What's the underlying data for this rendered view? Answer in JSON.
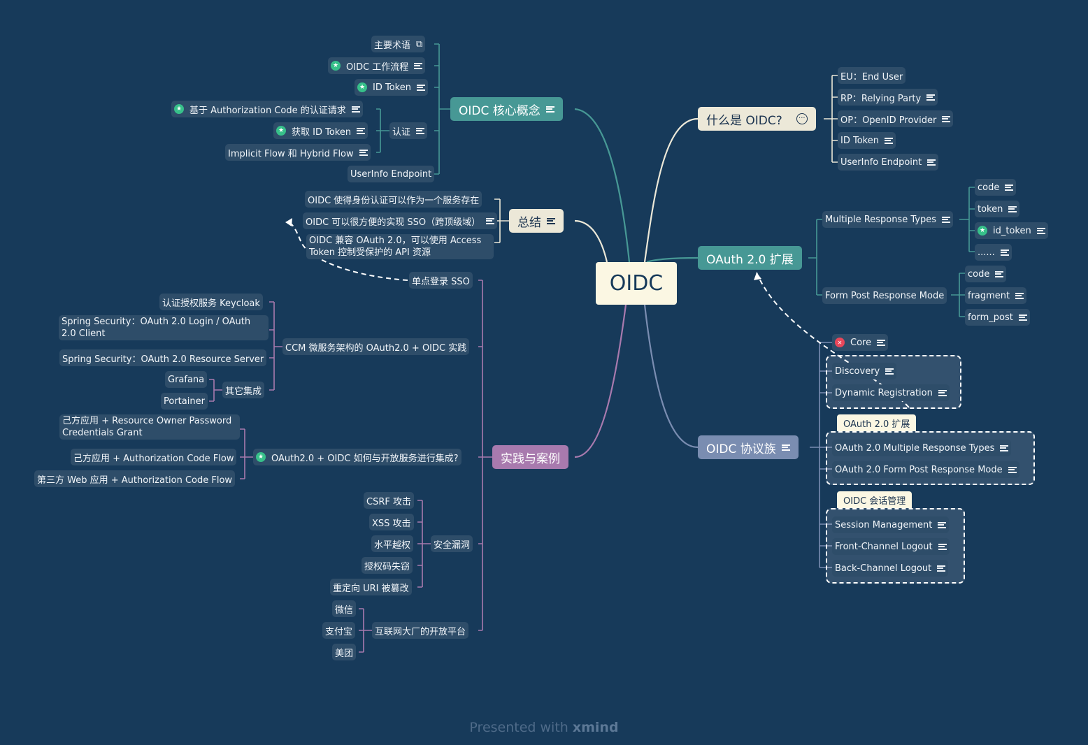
{
  "root": "OIDC",
  "core_concepts": {
    "title": "OIDC 核心概念",
    "terms": "主要术语",
    "flow": "OIDC 工作流程",
    "id_token": "ID Token",
    "auth": {
      "title": "认证",
      "code_request": "基于 Authorization Code 的认证请求",
      "get_token": "获取 ID Token",
      "implicit": "Implicit Flow 和 Hybrid Flow"
    },
    "userinfo": "UserInfo Endpoint"
  },
  "summary": {
    "title": "总结",
    "items": [
      "OIDC 使得身份认证可以作为一个服务存在",
      "OIDC 可以很方便的实现 SSO（跨顶级域）",
      "OIDC 兼容 OAuth 2.0，可以使用 Access Token 控制受保护的 API 资源"
    ]
  },
  "practice": {
    "title": "实践与案例",
    "sso": "单点登录 SSO",
    "ccm": {
      "title": "CCM 微服务架构的 OAuth2.0 + OIDC 实践",
      "keycloak": "认证授权服务 Keycloak",
      "login": "Spring Security：OAuth 2.0 Login / OAuth 2.0 Client",
      "resource": "Spring Security：OAuth 2.0 Resource Server",
      "others": {
        "title": "其它集成",
        "items": [
          "Grafana",
          "Portainer"
        ]
      }
    },
    "open": {
      "title": "OAuth2.0 + OIDC 如何与开放服务进行集成?",
      "items": [
        "己方应用 + Resource Owner Password Credentials Grant",
        "己方应用 + Authorization Code Flow",
        "第三方 Web 应用 + Authorization Code Flow"
      ]
    },
    "security": {
      "title": "安全漏洞",
      "items": [
        "CSRF 攻击",
        "XSS 攻击",
        "水平越权",
        "授权码失窃",
        "重定向 URI 被篡改"
      ]
    },
    "platform": {
      "title": "互联网大厂的开放平台",
      "items": [
        "微信",
        "支付宝",
        "美团"
      ]
    }
  },
  "what": {
    "title": "什么是 OIDC?",
    "items": [
      "EU：End User",
      "RP：Relying Party",
      "OP：OpenID Provider",
      "ID Token",
      "UserInfo Endpoint"
    ]
  },
  "oauth_ext": {
    "title": "OAuth 2.0 扩展",
    "mrt": {
      "title": "Multiple Response Types",
      "items": [
        "code",
        "token",
        "id_token",
        "......"
      ]
    },
    "fpm": {
      "title": "Form Post Response Mode",
      "items": [
        "code",
        "fragment",
        "form_post"
      ]
    }
  },
  "protocols": {
    "title": "OIDC 协议族",
    "core": "Core",
    "discovery": "Discovery",
    "registration": "Dynamic Registration",
    "oauth_label": "OAuth 2.0 扩展",
    "oauth_items": [
      "OAuth 2.0 Multiple Response Types",
      "OAuth 2.0 Form Post Response Mode"
    ],
    "session_label": "OIDC 会话管理",
    "session_items": [
      "Session Management",
      "Front-Channel Logout",
      "Back-Channel Logout"
    ]
  },
  "colors": {
    "background": "#173a5a",
    "teal": "#479895",
    "cream": "#ece8d8",
    "purple": "#a87aae",
    "slate": "#7a8db1",
    "subtopic": "#2e4d69"
  },
  "footer": {
    "text": "Presented with",
    "brand": "xmind"
  }
}
